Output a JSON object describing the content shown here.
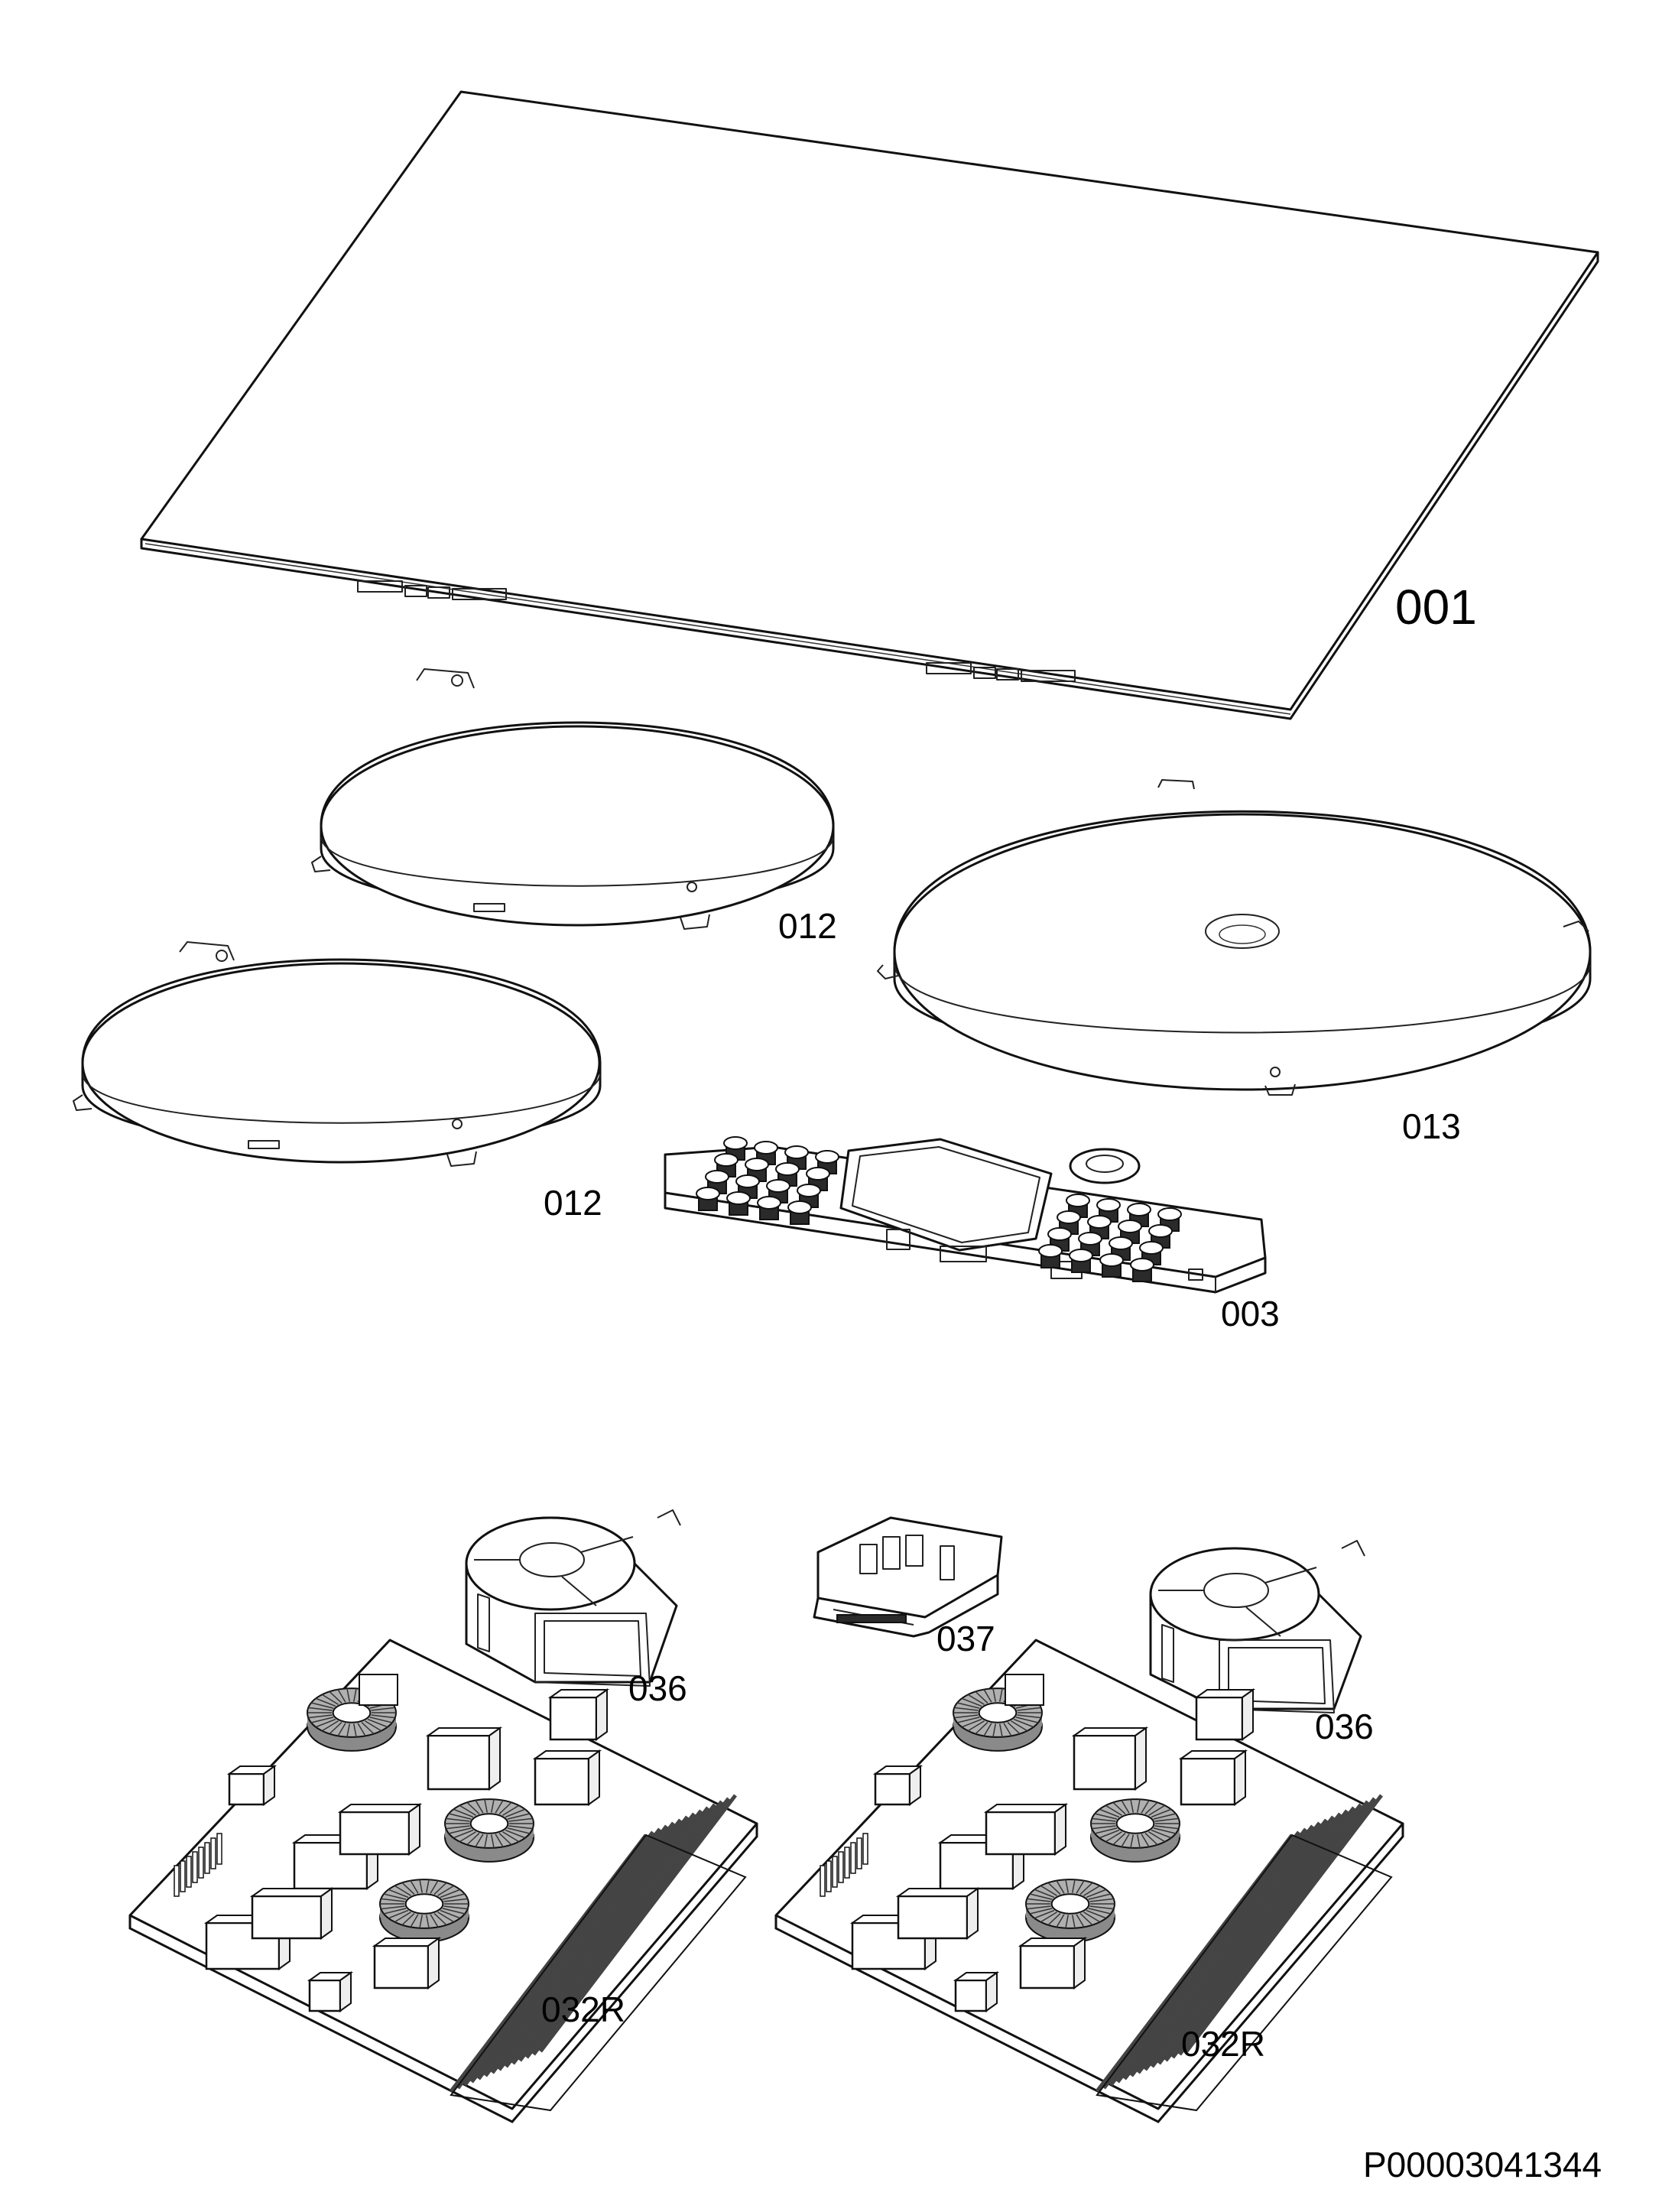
{
  "parts": [
    {
      "id": "cooktop-glass",
      "label": "001"
    },
    {
      "id": "hob-element-rear-left",
      "label": "012"
    },
    {
      "id": "hob-element-front-left",
      "label": "012"
    },
    {
      "id": "hob-element-right",
      "label": "013"
    },
    {
      "id": "control-panel",
      "label": "003"
    },
    {
      "id": "fan-left",
      "label": "036"
    },
    {
      "id": "connector-block",
      "label": "037"
    },
    {
      "id": "fan-right",
      "label": "036"
    },
    {
      "id": "power-board-left",
      "label": "032R"
    },
    {
      "id": "power-board-right",
      "label": "032R"
    }
  ],
  "drawing_code": "P00003041344"
}
